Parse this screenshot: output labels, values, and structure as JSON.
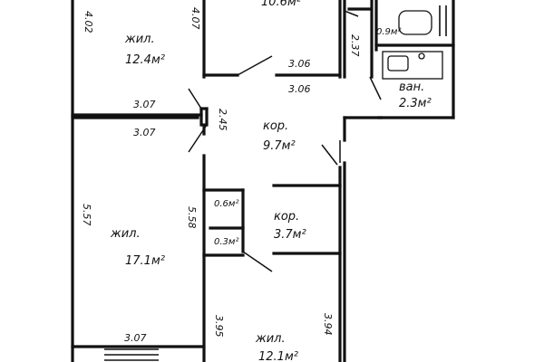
{
  "rooms": {
    "top_left": {
      "name": "жил.",
      "area": "12.4м²"
    },
    "top_mid": {
      "area": "10.6м²"
    },
    "toilet": {
      "area": "0.9м²"
    },
    "bath": {
      "name": "ван.",
      "area": "2.3м²"
    },
    "corridor_upper": {
      "name": "кор.",
      "area": "9.7м²"
    },
    "corridor_lower": {
      "name": "кор.",
      "area": "3.7м²"
    },
    "closet_1": {
      "area": "0.6м²"
    },
    "closet_2": {
      "area": "0.3м²"
    },
    "left_big": {
      "name": "жил.",
      "area": "17.1м²"
    },
    "bottom_mid": {
      "name": "жил.",
      "area": "12.1м²"
    }
  },
  "dimensions": {
    "d_402": "4.02",
    "d_407": "4.07",
    "d_306a": "3.06",
    "d_306b": "3.06",
    "d_237": "2.37",
    "d_307a": "3.07",
    "d_307b": "3.07",
    "d_245": "2.45",
    "d_557": "5.57",
    "d_558": "5.58",
    "d_395": "3.95",
    "d_394": "3.94",
    "d_307c": "3.07"
  }
}
